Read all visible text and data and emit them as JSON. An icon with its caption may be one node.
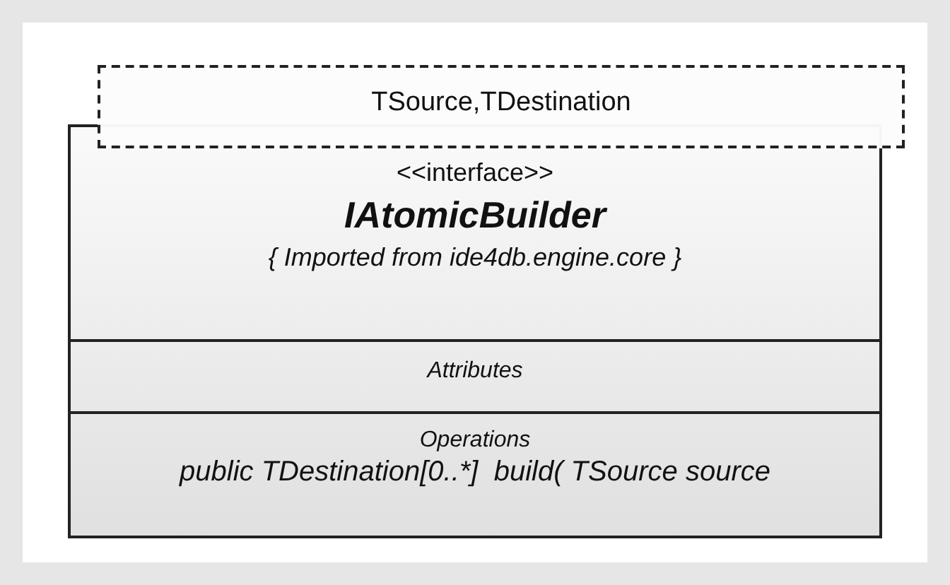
{
  "diagram": {
    "nodes": [
      {
        "text": [
          "TSource,TDestination"
        ]
      },
      {
        "text": [
          "<<interface>>",
          "IAtomicBuilder",
          "{ Imported from ide4db.engine.core }"
        ]
      },
      {
        "text": [
          "Attributes"
        ],
        "in": 1
      },
      {
        "text": [
          "Operations",
          "public TDestination[0..*]  build( TSource source"
        ],
        "in": 1
      }
    ]
  }
}
